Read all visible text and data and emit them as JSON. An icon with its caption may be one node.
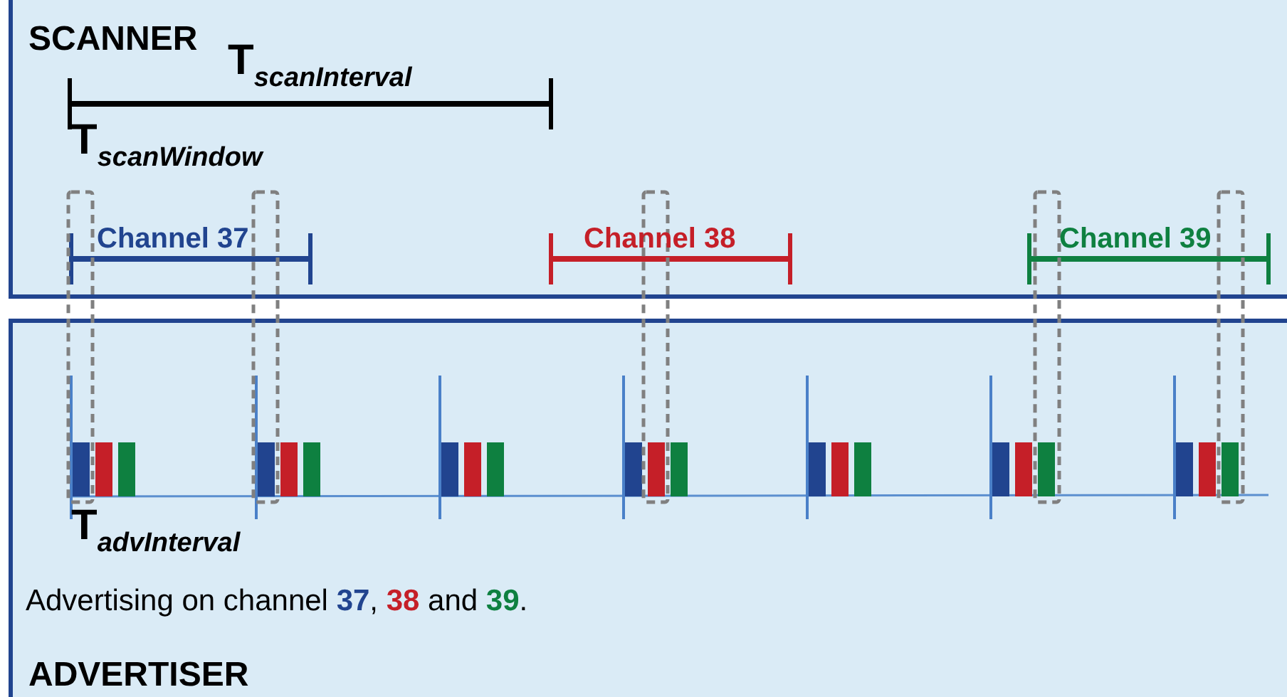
{
  "diagram": {
    "nodes": [
      {
        "text": [
          "SCANNER"
        ]
      },
      {
        "text": [
          "ADVERTISER"
        ]
      }
    ],
    "labels": [
      "T$_{scanInterval}$",
      "T$_{scanWindow}$",
      "Channel 37",
      "Channel 38",
      "Channel 39",
      "T$_{advInterval}$",
      "Advertising on channel **37**, **38** and **39**."
    ]
  }
}
